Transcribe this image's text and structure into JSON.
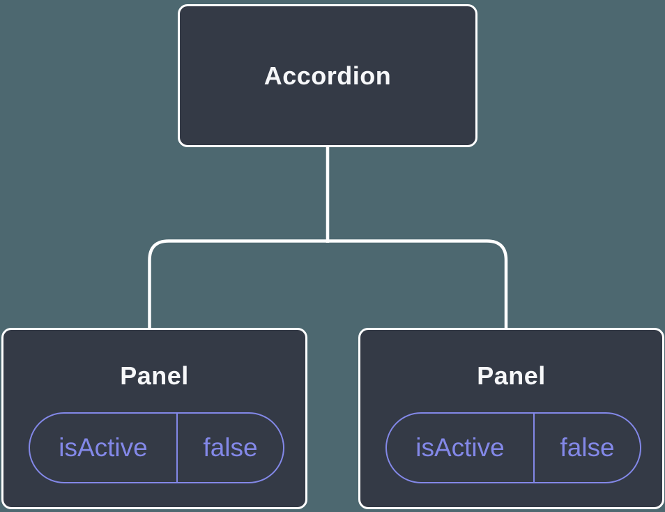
{
  "diagram": {
    "root": {
      "label": "Accordion"
    },
    "children": [
      {
        "label": "Panel",
        "state": {
          "key": "isActive",
          "value": "false"
        }
      },
      {
        "label": "Panel",
        "state": {
          "key": "isActive",
          "value": "false"
        }
      }
    ]
  },
  "theme": {
    "background": "#4D6870",
    "node_fill": "#343A46",
    "node_border": "#FFFFFF",
    "node_text": "#F6F7F9",
    "state_accent": "#8388E8",
    "connector": "#FFFFFF"
  }
}
